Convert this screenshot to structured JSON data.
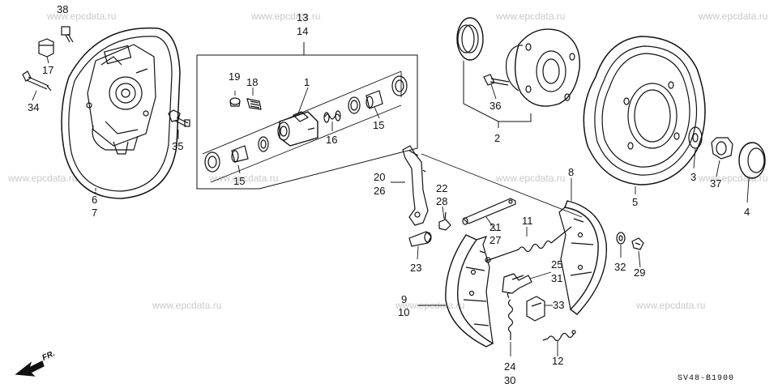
{
  "watermark": "www.epcdata.ru",
  "diagram_code": "SV48-B1900",
  "front_indicator": "FR.",
  "callouts": {
    "c1": "1",
    "c2": "2",
    "c3": "3",
    "c4": "4",
    "c5": "5",
    "c6": "6",
    "c7": "7",
    "c8": "8",
    "c9": "9",
    "c10": "10",
    "c11": "11",
    "c12": "12",
    "c13": "13",
    "c14": "14",
    "c15a": "15",
    "c15b": "15",
    "c16": "16",
    "c17": "17",
    "c18": "18",
    "c19": "19",
    "c20": "20",
    "c21": "21",
    "c22": "22",
    "c23": "23",
    "c24": "24",
    "c25": "25",
    "c26": "26",
    "c27": "27",
    "c28": "28",
    "c29": "29",
    "c30": "30",
    "c31": "31",
    "c32": "32",
    "c33": "33",
    "c34": "34",
    "c35": "35",
    "c36": "36",
    "c37": "37",
    "c38": "38"
  }
}
